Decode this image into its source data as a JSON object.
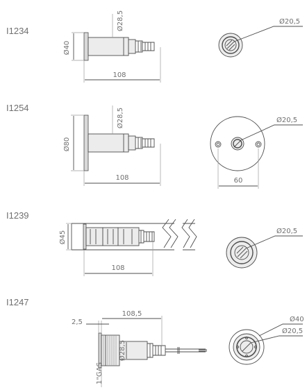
{
  "products": [
    {
      "code": "I1234",
      "dims": {
        "diameter": "Ø40",
        "body_diameter": "Ø28,5",
        "length": "108",
        "lens_diameter": "Ø20,5"
      }
    },
    {
      "code": "I1254",
      "dims": {
        "diameter": "Ø80",
        "body_diameter": "Ø28,5",
        "length": "108",
        "lens_diameter": "Ø20,5",
        "hole_spacing": "60"
      }
    },
    {
      "code": "I1239",
      "dims": {
        "diameter": "Ø45",
        "length": "108",
        "lens_diameter": "Ø20,5"
      }
    },
    {
      "code": "I1247",
      "dims": {
        "flange": "2,5",
        "body_diameter": "Ø28,5",
        "length": "108,5",
        "thread": "1\"GAS",
        "outer_diameter": "Ø40",
        "lens_diameter": "Ø20,5"
      }
    }
  ]
}
